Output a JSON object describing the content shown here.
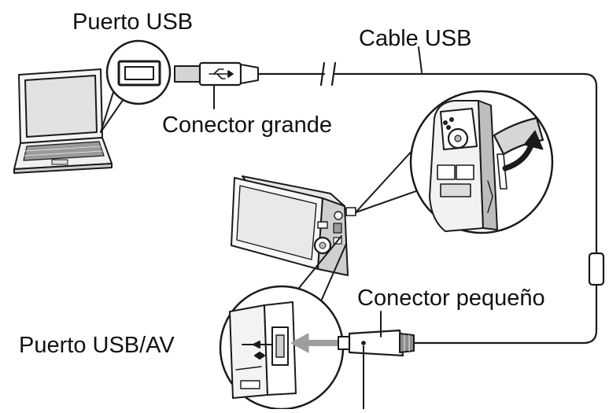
{
  "labels": {
    "usb_port": "Puerto USB",
    "usb_cable": "Cable USB",
    "large_connector": "Conector grande",
    "small_connector": "Conector pequeño",
    "usb_av_port": "Puerto USB/AV"
  },
  "icons": {
    "laptop": "laptop-icon",
    "camera": "digital-camera-icon",
    "usb_symbol": "usb-symbol-icon",
    "insert_arrow": "arrow-left-icon",
    "open_cover_arrow": "curved-arrow-icon"
  },
  "colors": {
    "line": "#1a1a1a",
    "callout_fill": "#ffffff",
    "shade": "#bdbdbd",
    "arrow": "#9e9e9e"
  }
}
